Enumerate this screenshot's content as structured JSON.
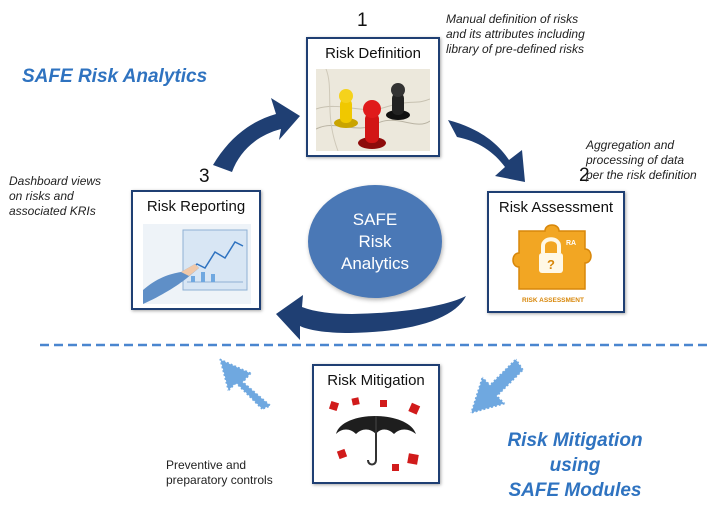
{
  "header": {
    "title": "SAFE Risk Analytics"
  },
  "steps": {
    "definition": {
      "number": "1",
      "label": "Risk Definition",
      "note": [
        "Manual definition of risks",
        "and its attributes including",
        "library of pre-defined risks"
      ]
    },
    "assessment": {
      "number": "2",
      "label": "Risk Assessment",
      "note": [
        "Aggregation and",
        "processing of data",
        "per the risk definition"
      ],
      "badge_text": "RA",
      "banner_text": "RISK ASSESSMENT"
    },
    "reporting": {
      "number": "3",
      "label": "Risk Reporting",
      "note": [
        "Dashboard views",
        "on risks and",
        "associated KRIs"
      ]
    },
    "mitigation": {
      "label": "Risk Mitigation",
      "note": [
        "Preventive and",
        "preparatory controls"
      ]
    }
  },
  "center": {
    "lines": [
      "SAFE",
      "Risk",
      "Analytics"
    ]
  },
  "mitigation_title": {
    "lines": [
      "Risk Mitigation",
      "using",
      "SAFE Modules"
    ]
  },
  "colors": {
    "arrow": "#1f3f73",
    "circle": "#4a78b6",
    "title": "#2f73c0",
    "light_arrow": "#6fa8e0",
    "puzzle": "#f2a623"
  },
  "icons": {
    "definition": "game-pieces-on-map-icon",
    "assessment": "puzzle-padlock-icon",
    "reporting": "hand-pointing-at-chart-icon",
    "mitigation": "umbrella-with-dice-icon"
  }
}
